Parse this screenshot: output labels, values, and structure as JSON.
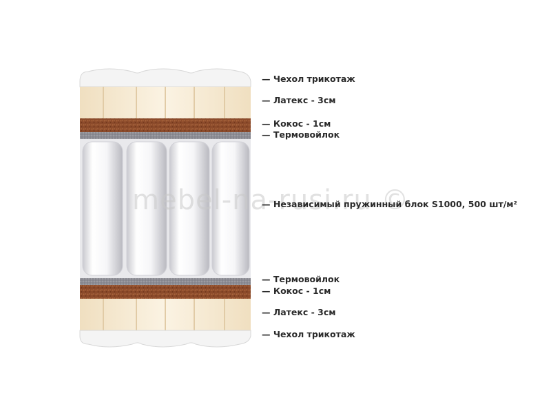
{
  "labels": [
    "— Чехол трикотаж",
    "— Латекс - 3см",
    "— Кокос - 1см",
    "— Термовойлок",
    "— Независимый пружинный блок S1000, 500 шт/м²",
    "— Термовойлок",
    "— Кокос - 1см",
    "— Латекс - 3см",
    "— Чехол трикотаж"
  ],
  "watermark": "mebel-na-rusi.ru ©",
  "colors": {
    "latex": "#f6e9d0",
    "latex_seam": "#e2ceac",
    "coconut": "#8a4a2a",
    "felt": "#8e8e94",
    "spring_cover": "#f4f4f6",
    "knit_cover": "#f3f3f3"
  }
}
